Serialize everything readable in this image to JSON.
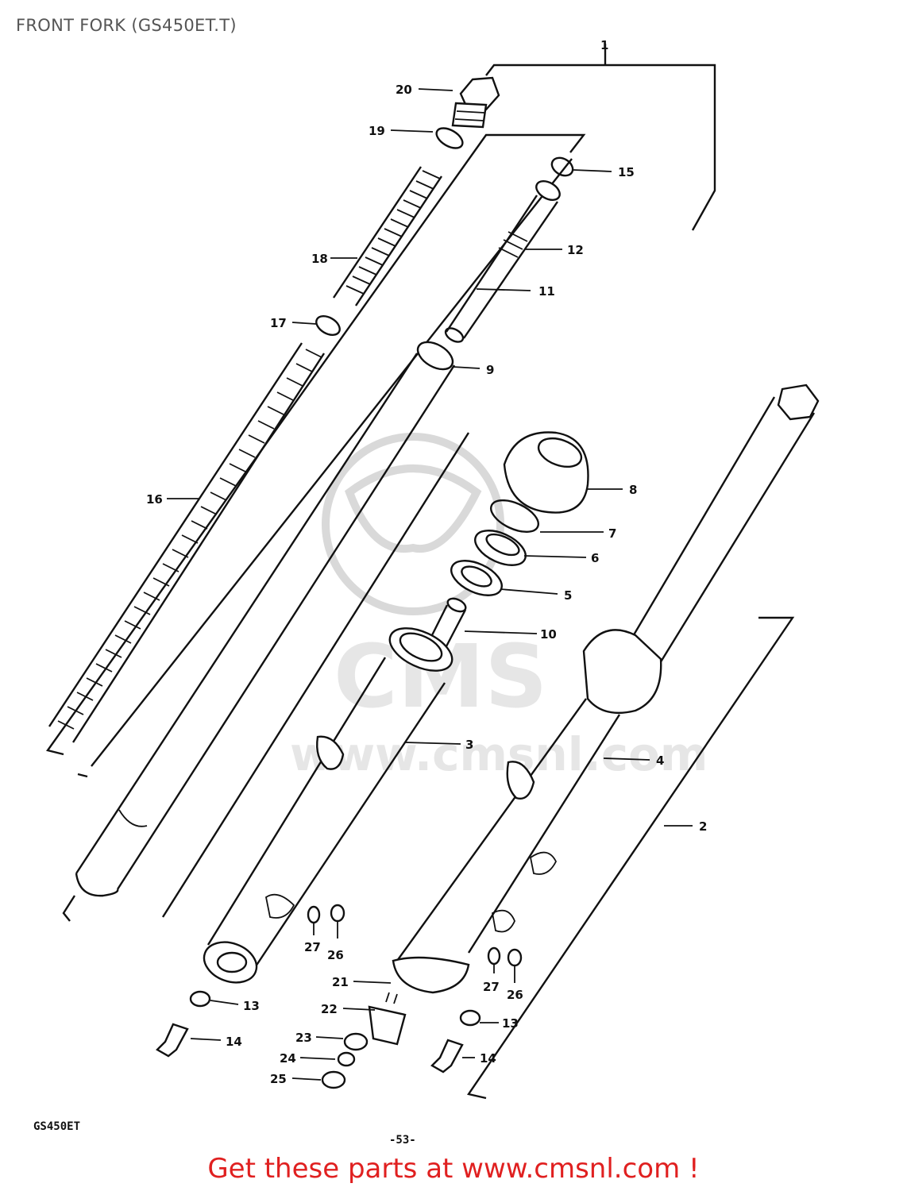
{
  "page_title": "FRONT FORK (GS450ET.T)",
  "model_code": "GS450ET",
  "page_number": "-53-",
  "watermark_text": "www.cmsnl.com",
  "cta_text": "Get these parts at www.cmsnl.com !",
  "colors": {
    "cta": "#e02020",
    "ink": "#111111",
    "title": "#555555",
    "watermark": "#d9d9d9"
  },
  "part_labels": {
    "p1": "1",
    "p2": "2",
    "p3": "3",
    "p4": "4",
    "p5": "5",
    "p6": "6",
    "p7": "7",
    "p8": "8",
    "p9": "9",
    "p10": "10",
    "p11": "11",
    "p12": "12",
    "p13a": "13",
    "p13b": "13",
    "p14a": "14",
    "p14b": "14",
    "p15": "15",
    "p16": "16",
    "p17": "17",
    "p18": "18",
    "p19": "19",
    "p20": "20",
    "p21": "21",
    "p22": "22",
    "p23": "23",
    "p24": "24",
    "p25": "25",
    "p26a": "26",
    "p26b": "26",
    "p27a": "27",
    "p27b": "27"
  }
}
